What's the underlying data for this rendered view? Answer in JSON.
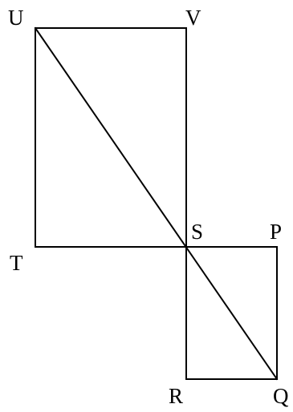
{
  "diagram": {
    "type": "geometry-figure",
    "colors": {
      "stroke": "#000000",
      "background": "#ffffff",
      "label": "#000000"
    },
    "vertices": {
      "U": "U",
      "V": "V",
      "T": "T",
      "S": "S",
      "P": "P",
      "R": "R",
      "Q": "Q"
    },
    "shapes": [
      {
        "name": "rectangle",
        "vertices": [
          "U",
          "V",
          "S",
          "T"
        ]
      },
      {
        "name": "square",
        "vertices": [
          "S",
          "P",
          "Q",
          "R"
        ]
      }
    ],
    "segments": [
      {
        "from": "U",
        "to": "Q",
        "through": "S"
      }
    ]
  }
}
